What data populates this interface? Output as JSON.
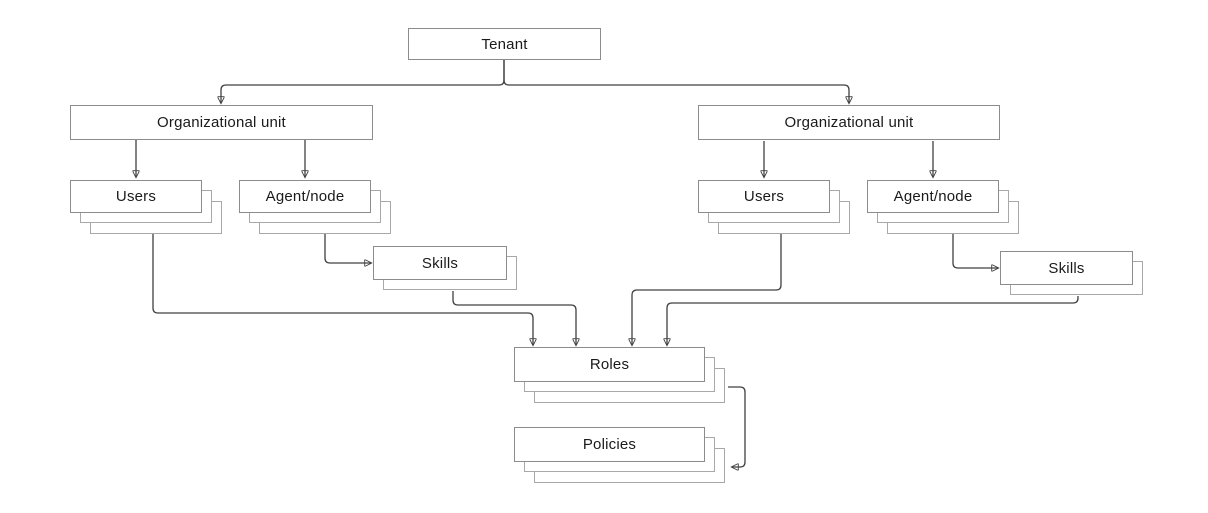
{
  "diagram": {
    "type": "hierarchy-flow-diagram",
    "nodes": {
      "tenant": {
        "label": "Tenant"
      },
      "org_left": {
        "label": "Organizational unit"
      },
      "org_right": {
        "label": "Organizational unit"
      },
      "users_left": {
        "label": "Users"
      },
      "agent_left": {
        "label": "Agent/node"
      },
      "skills_left": {
        "label": "Skills"
      },
      "users_right": {
        "label": "Users"
      },
      "agent_right": {
        "label": "Agent/node"
      },
      "skills_right": {
        "label": "Skills"
      },
      "roles": {
        "label": "Roles"
      },
      "policies": {
        "label": "Policies"
      }
    },
    "edges": [
      {
        "from": "tenant",
        "to": "org_left"
      },
      {
        "from": "tenant",
        "to": "org_right"
      },
      {
        "from": "org_left",
        "to": "users_left"
      },
      {
        "from": "org_left",
        "to": "agent_left"
      },
      {
        "from": "agent_left",
        "to": "skills_left"
      },
      {
        "from": "org_right",
        "to": "users_right"
      },
      {
        "from": "org_right",
        "to": "agent_right"
      },
      {
        "from": "agent_right",
        "to": "skills_right"
      },
      {
        "from": "users_left",
        "to": "roles"
      },
      {
        "from": "skills_left",
        "to": "roles"
      },
      {
        "from": "users_right",
        "to": "roles"
      },
      {
        "from": "skills_right",
        "to": "roles"
      },
      {
        "from": "roles",
        "to": "policies"
      }
    ],
    "colors": {
      "background": "#ffffff",
      "box_fill": "#ffffff",
      "box_border": "#8c8c8c",
      "stack_border": "#a8a8a8",
      "connector": "#404040",
      "text": "#1a1a1a"
    }
  }
}
